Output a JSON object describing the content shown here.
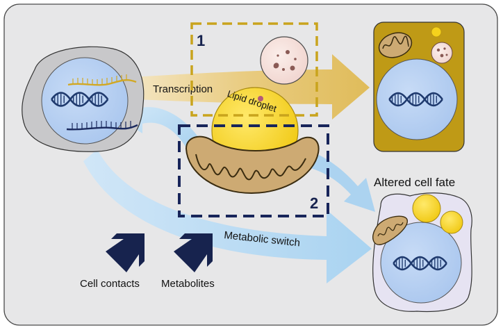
{
  "boxes": [
    {
      "number": "1",
      "color": "#c9a41d"
    },
    {
      "number": "2",
      "color": "#18255a"
    }
  ],
  "arrows": {
    "transcription": "Transcription",
    "metabolic_switch": "Metabolic switch"
  },
  "labels": {
    "lipid_droplet": "Lipid droplet",
    "altered_cell_fate": "Altered cell fate",
    "cell_contacts": "Cell contacts",
    "metabolites": "Metabolites"
  },
  "colors": {
    "panel_background": "#e7e7e8",
    "source_cell": "#c8c8ca",
    "nucleus": "#b6cff0",
    "dna": "#1f3a6e",
    "gold_cell": "#bf9a16",
    "lipid": "#f5d21c",
    "mitochondrion": "#cdaa73",
    "arrow_blue": "#a9d2f0",
    "arrow_gold": "#e6c36a",
    "navy": "#17234e"
  }
}
